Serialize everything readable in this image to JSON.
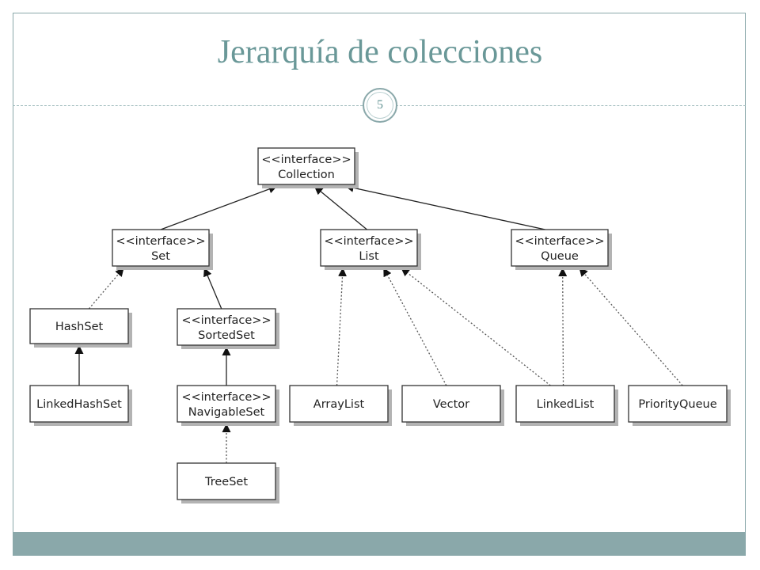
{
  "slide": {
    "title": "Jerarquía de colecciones",
    "page_number": "5"
  },
  "colors": {
    "accent": "#8aa8aa",
    "title": "#6a9898"
  },
  "diagram": {
    "nodes": [
      {
        "id": "collection",
        "stereotype": "<<interface>>",
        "label": "Collection"
      },
      {
        "id": "set",
        "stereotype": "<<interface>>",
        "label": "Set"
      },
      {
        "id": "list",
        "stereotype": "<<interface>>",
        "label": "List"
      },
      {
        "id": "queue",
        "stereotype": "<<interface>>",
        "label": "Queue"
      },
      {
        "id": "hashset",
        "stereotype": "",
        "label": "HashSet"
      },
      {
        "id": "sortedset",
        "stereotype": "<<interface>>",
        "label": "SortedSet"
      },
      {
        "id": "linkedhashset",
        "stereotype": "",
        "label": "LinkedHashSet"
      },
      {
        "id": "navigableset",
        "stereotype": "<<interface>>",
        "label": "NavigableSet"
      },
      {
        "id": "treeset",
        "stereotype": "",
        "label": "TreeSet"
      },
      {
        "id": "arraylist",
        "stereotype": "",
        "label": "ArrayList"
      },
      {
        "id": "vector",
        "stereotype": "",
        "label": "Vector"
      },
      {
        "id": "linkedlist",
        "stereotype": "",
        "label": "LinkedList"
      },
      {
        "id": "priorityqueue",
        "stereotype": "",
        "label": "PriorityQueue"
      }
    ],
    "edges": [
      {
        "from": "set",
        "to": "collection",
        "style": "solid"
      },
      {
        "from": "list",
        "to": "collection",
        "style": "solid"
      },
      {
        "from": "queue",
        "to": "collection",
        "style": "solid"
      },
      {
        "from": "hashset",
        "to": "set",
        "style": "dotted"
      },
      {
        "from": "sortedset",
        "to": "set",
        "style": "solid"
      },
      {
        "from": "linkedhashset",
        "to": "hashset",
        "style": "solid"
      },
      {
        "from": "navigableset",
        "to": "sortedset",
        "style": "solid"
      },
      {
        "from": "treeset",
        "to": "navigableset",
        "style": "dotted"
      },
      {
        "from": "arraylist",
        "to": "list",
        "style": "dotted"
      },
      {
        "from": "vector",
        "to": "list",
        "style": "dotted"
      },
      {
        "from": "linkedlist",
        "to": "list",
        "style": "dotted"
      },
      {
        "from": "linkedlist",
        "to": "queue",
        "style": "dotted"
      },
      {
        "from": "priorityqueue",
        "to": "queue",
        "style": "dotted"
      }
    ]
  }
}
